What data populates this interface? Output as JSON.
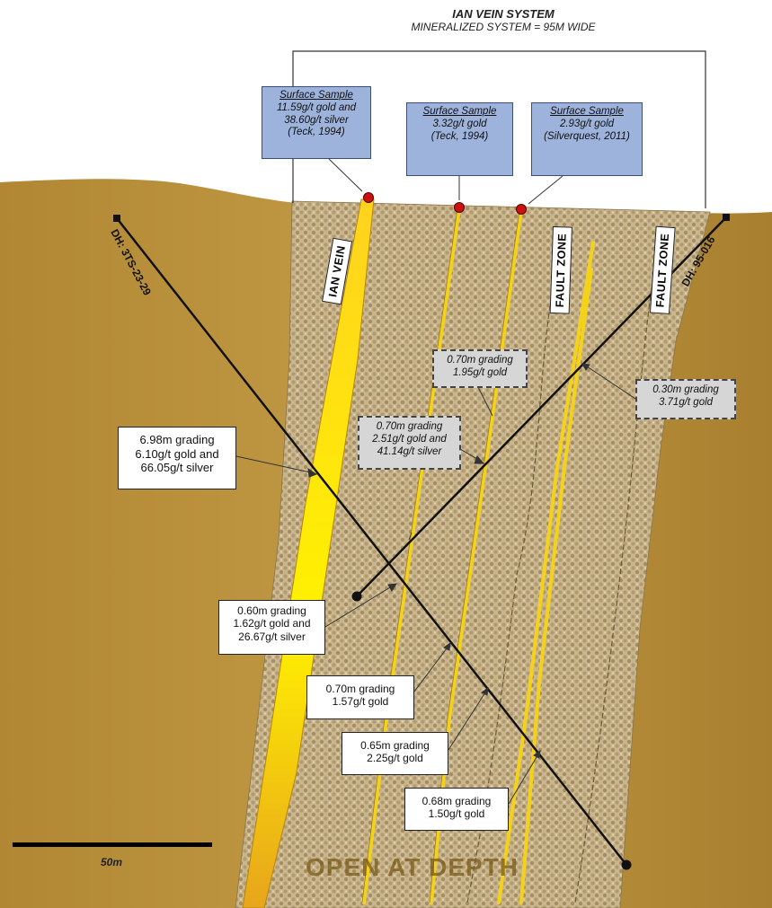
{
  "title": {
    "line1": "IAN VEIN SYSTEM",
    "line2": "MINERALIZED SYSTEM = 95M WIDE"
  },
  "surface_samples": [
    {
      "heading": "Surface Sample",
      "lines": [
        "11.59g/t gold and",
        "38.60g/t silver",
        "(Teck, 1994)"
      ]
    },
    {
      "heading": "Surface Sample",
      "lines": [
        "3.32g/t gold",
        "(Teck, 1994)"
      ]
    },
    {
      "heading": "Surface Sample",
      "lines": [
        "2.93g/t gold",
        "(Silverquest, 2011)"
      ]
    }
  ],
  "drillholes": {
    "left": "DH: 3TS-23-29",
    "right": "DH: 95-016"
  },
  "vein_labels": {
    "ian_vein": "IAN VEIN",
    "fault_zone_1": "FAULT ZONE",
    "fault_zone_2": "FAULT ZONE"
  },
  "intercepts": [
    {
      "id": "a",
      "lines": [
        "6.98m grading",
        "6.10g/t gold and",
        "66.05g/t silver"
      ],
      "style": "white"
    },
    {
      "id": "b",
      "lines": [
        "0.70m grading",
        "1.95g/t gold"
      ],
      "style": "grey"
    },
    {
      "id": "c",
      "lines": [
        "0.30m grading",
        "3.71g/t gold"
      ],
      "style": "grey"
    },
    {
      "id": "d",
      "lines": [
        "0.70m grading",
        "2.51g/t gold and",
        "41.14g/t silver"
      ],
      "style": "grey"
    },
    {
      "id": "e",
      "lines": [
        "0.60m grading",
        "1.62g/t gold and",
        "26.67g/t silver"
      ],
      "style": "white"
    },
    {
      "id": "f",
      "lines": [
        "0.70m grading",
        "1.57g/t gold"
      ],
      "style": "white"
    },
    {
      "id": "g",
      "lines": [
        "0.65m grading",
        "2.25g/t gold"
      ],
      "style": "white"
    },
    {
      "id": "h",
      "lines": [
        "0.68m grading",
        "1.50g/t gold"
      ],
      "style": "white"
    }
  ],
  "scale_bar": "50m",
  "open_at_depth": "OPEN AT DEPTH",
  "colors": {
    "ground": "#b88f3a",
    "ground_dark": "#8a6a25",
    "zone": "#c7b48e",
    "vein_main": "#ffe600",
    "vein_minor": "#f2d21a",
    "sample_dot": "#cc1111",
    "drillhole": "#111111"
  }
}
